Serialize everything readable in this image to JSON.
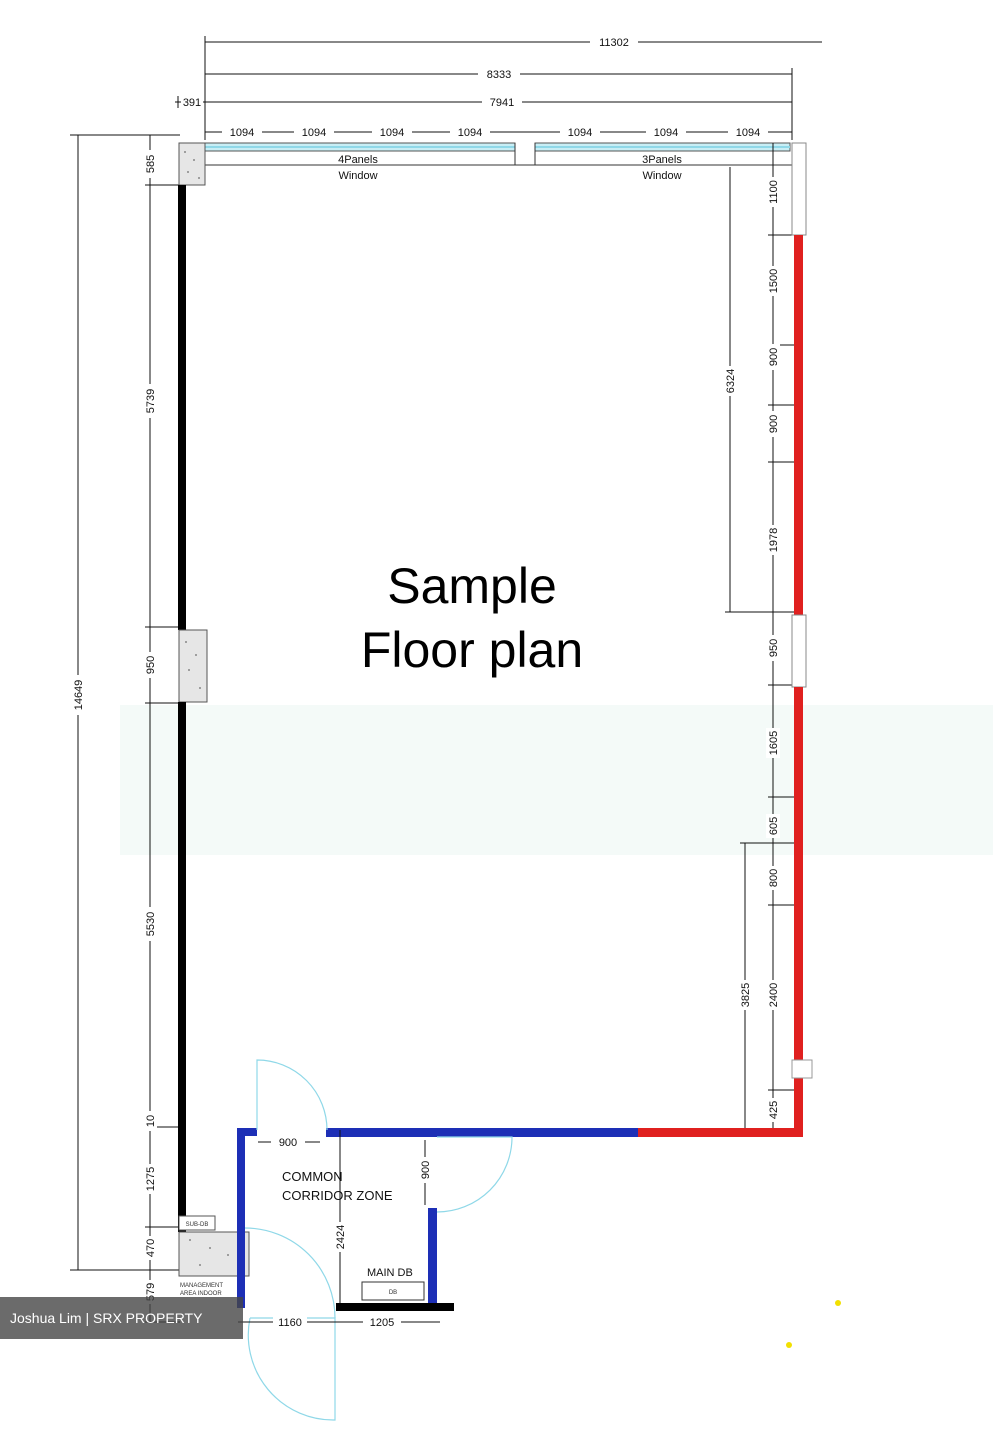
{
  "title": {
    "line1": "Sample",
    "line2": "Floor plan"
  },
  "dimensions": {
    "top": [
      "11302",
      "8333",
      "7941",
      "391"
    ],
    "window_panels": [
      "1094",
      "1094",
      "1094",
      "1094",
      "1094",
      "1094",
      "1094"
    ],
    "left": [
      "585",
      "5739",
      "950",
      "5530",
      "10",
      "1275",
      "470",
      "579"
    ],
    "left_overall": "14649",
    "right": [
      "1100",
      "1500",
      "900",
      "900",
      "1978",
      "950",
      "1605",
      "605",
      "800",
      "2400",
      "425"
    ],
    "right_inner": [
      "6324",
      "3825"
    ],
    "corridor": [
      "900",
      "900",
      "2424",
      "1160",
      "1205"
    ]
  },
  "labels": {
    "window_4": [
      "4Panels",
      "Window"
    ],
    "window_3": [
      "3Panels",
      "Window"
    ],
    "corridor_zone": [
      "COMMON",
      "CORRIDOR ZONE"
    ],
    "main_db": "MAIN DB",
    "db": "DB",
    "sub_db": "SUB-DB",
    "management": [
      "MANAGEMENT",
      "AREA INDOOR"
    ]
  },
  "watermark": "Joshua Lim | SRX PROPERTY",
  "colors": {
    "wall_black": "#000000",
    "wall_red": "#e0201f",
    "wall_blue": "#1d2fb6",
    "window": "#8fd8e8"
  }
}
